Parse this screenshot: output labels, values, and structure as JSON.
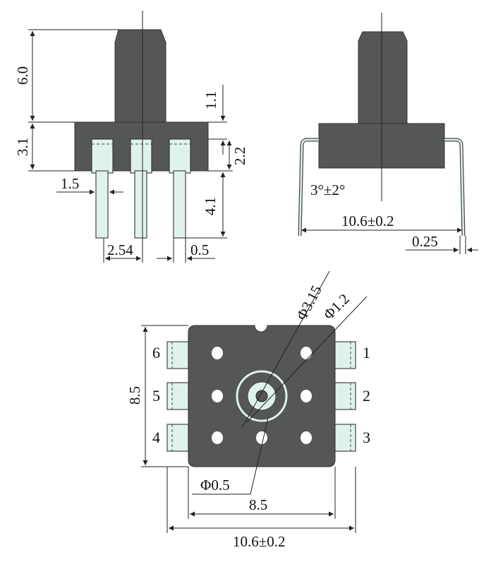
{
  "front_view": {
    "dims": {
      "stem_height": "6.0",
      "body_height": "3.1",
      "step": "1.1",
      "pin_inset": "2.2",
      "pin_length": "4.1",
      "pin_width_top": "1.5",
      "pitch": "2.54",
      "pin_width": "0.5"
    }
  },
  "side_view": {
    "dims": {
      "angle": "3°±2°",
      "span": "10.6±0.2",
      "lead_thickness": "0.25"
    }
  },
  "top_view": {
    "dims": {
      "port_outer": "Φ3.15",
      "port_inner": "Φ1.2",
      "hole": "Φ0.5",
      "height": "8.5",
      "width": "8.5",
      "overall_width": "10.6±0.2"
    },
    "pin_numbers": [
      "1",
      "2",
      "3",
      "4",
      "5",
      "6"
    ]
  },
  "colors": {
    "body": "#555657",
    "lead": "#dff3ea",
    "line": "#222222"
  }
}
